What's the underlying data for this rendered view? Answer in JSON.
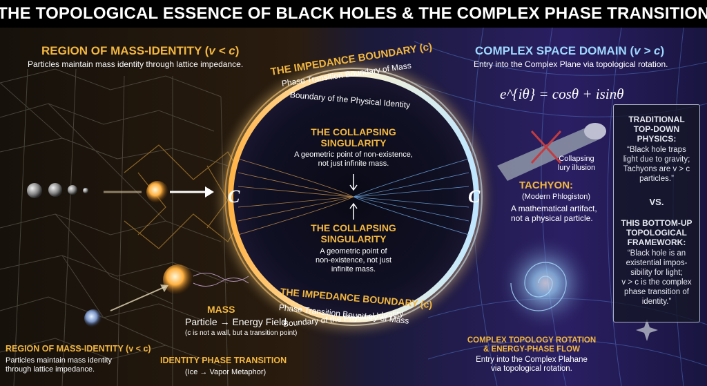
{
  "title": "THE TOPOLOGICAL ESSENCE OF BLACK HOLES & THE COMPLEX PHASE TRANSITION",
  "left_region": {
    "heading_prefix": "REGION OF MASS-IDENTITY (",
    "heading_math": "v < c",
    "heading_suffix": ")",
    "subtitle": "Particles maintain mass identity through lattice impedance."
  },
  "right_region": {
    "heading_prefix": "COMPLEX SPACE DOMAIN (",
    "heading_math": "v > c",
    "heading_suffix": ")",
    "subtitle": "Entry into the Complex Plane via topological rotation.",
    "formula": "e^{iθ} = cosθ + isinθ"
  },
  "boundary_top": {
    "title": "THE IMPEDANCE BOUNDARY (c)",
    "line1": "Phase Transition Boundary of Mass",
    "line2": "Boundary of the Physical Identity"
  },
  "boundary_bottom": {
    "title": "THE IMPEDANCE BOUNDARY (c)",
    "line1": "Phase Transition Boundary of Mass",
    "line2": "Boundary of the Physical Identity"
  },
  "singularity_top": {
    "title_line1": "THE COLLAPSING",
    "title_line2": "SINGULARITY",
    "desc_line1": "A geometric point of non-existence,",
    "desc_line2": "not just infinite mass."
  },
  "singularity_bottom": {
    "title_line1": "THE COLLAPSING",
    "title_line2": "SINGULARITY",
    "desc_line1": "A geometric point of",
    "desc_line2": "non-existence, not just",
    "desc_line3": "infinite mass."
  },
  "c_left": "C",
  "c_right": "C",
  "tachyon": {
    "illusion_line1": "Collapsing",
    "illusion_line2": "lury illusion",
    "title": "TACHYON:",
    "subtitle": "(Modern Phlogiston)",
    "desc_line1": "A mathematical artifact,",
    "desc_line2": "not a physical particle."
  },
  "mass": {
    "title": "MASS",
    "line1": "Particle → Energy Field",
    "line2": "(c is not a wall, but a transition point)"
  },
  "bottom_left": {
    "heading": "REGION OF MASS-IDENTITY (v < c)",
    "line1": "Particles maintain mass identity",
    "line2": "through lattice impedance."
  },
  "phase_transition": {
    "title": "IDENTITY PHASE TRANSITION",
    "subtitle": "(Ice → Vapor Metaphor)"
  },
  "rotation": {
    "title_line1": "COMPLEX TOPOLOGY ROTATION",
    "title_line2": "& ENERGY-PHASE FLOW",
    "line1": "Entry into the Complex Plahane",
    "line2": "via topological rotation."
  },
  "comparison": {
    "trad_h1": "TRADITIONAL",
    "trad_h2": "TOP-DOWN",
    "trad_h3": "PHYSICS:",
    "trad_q1": "“Black hole traps",
    "trad_q2": "light due to gravity;",
    "trad_q3": "Tachyons are v > c",
    "trad_q4": "particles.”",
    "vs": "VS.",
    "new_h1": "THIS BOTTOM-UP",
    "new_h2": "TOPOLOGICAL",
    "new_h3": "FRAMEWORK:",
    "new_q1": "“Black hole is an",
    "new_q2": "existential impos-",
    "new_q3": "sibility for light;",
    "new_q4": "v > c is the complex",
    "new_q5": "phase transition of",
    "new_q6": "identity.”"
  },
  "colors": {
    "gold": "#f3b73f",
    "cyan": "#9fd8ff",
    "left_bg": "#17120c",
    "right_bg": "#1a1848",
    "ring_warm": "#ffb347",
    "ring_cool": "#bfe6ff"
  }
}
